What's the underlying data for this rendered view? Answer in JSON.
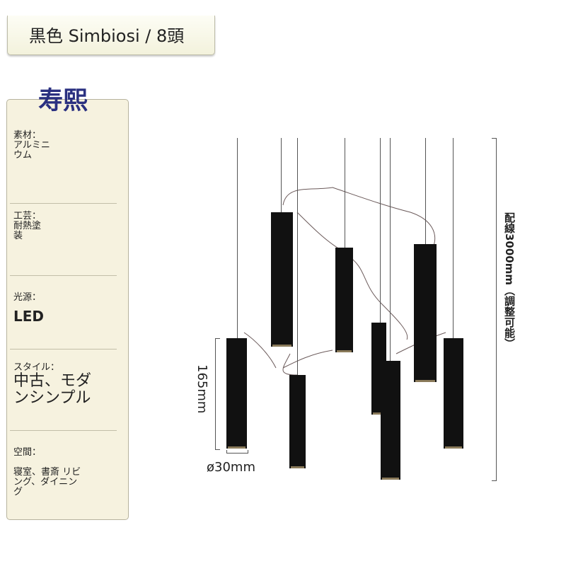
{
  "title": "黒色 Simbiosi / 8頭",
  "brand": "寿熙",
  "specs": {
    "material_label": "素材：",
    "material_value": "アルミニウム",
    "craft_label": "工芸：",
    "craft_value": "耐熱塗装",
    "light_label": "光源：",
    "light_value": "LED",
    "style_label": "スタイル：",
    "style_value": "中古、モダンシンプル",
    "space_label": "空間：",
    "space_value": "寝室、書斎 リビング、ダイニング"
  },
  "dimensions": {
    "cord_length": "配線3000mm（調整可能）",
    "height": "165mm",
    "diameter": "ø30mm"
  }
}
